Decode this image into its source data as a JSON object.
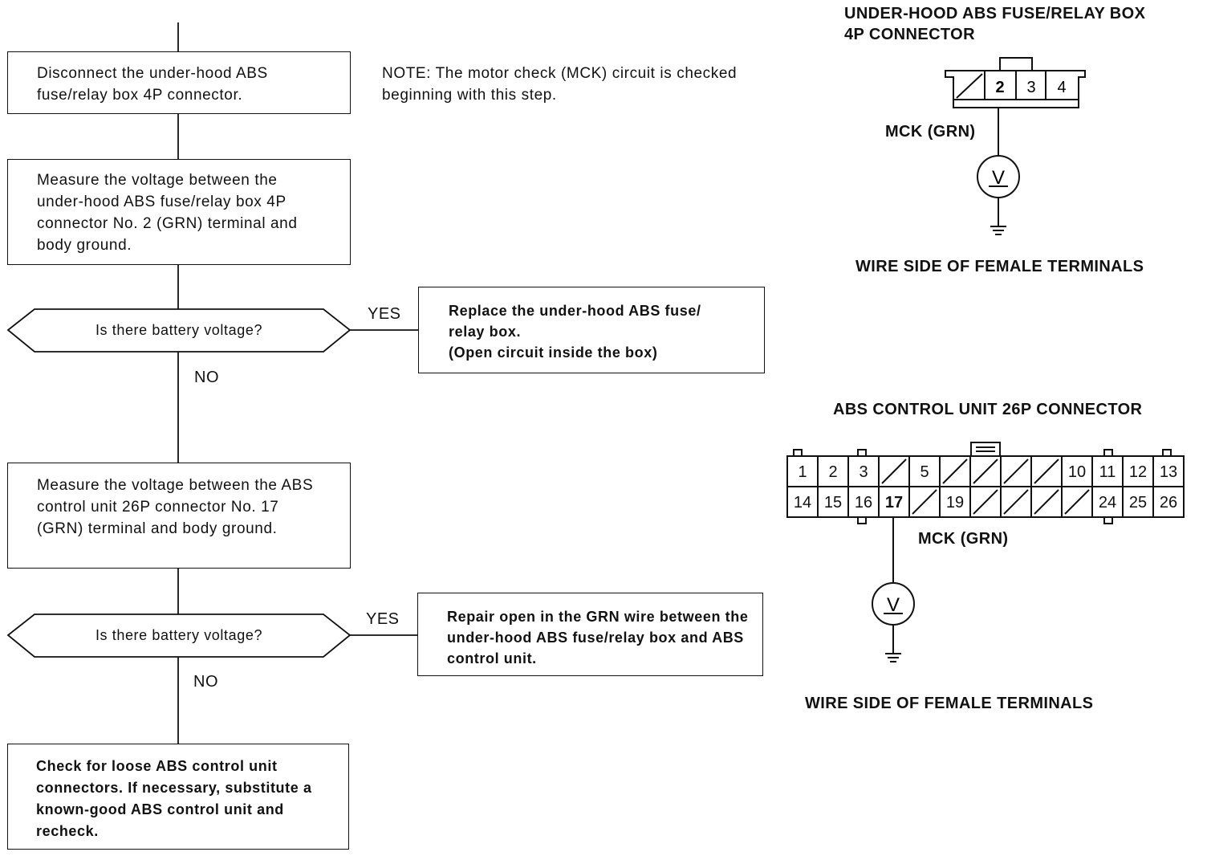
{
  "flowchart": {
    "step1": "Disconnect the under-hood ABS fuse/relay box 4P connector.",
    "note": "NOTE: The motor check (MCK) circuit is checked beginning with this step.",
    "step2": "Measure the voltage between the under-hood ABS fuse/relay box 4P connector No. 2 (GRN) terminal and body ground.",
    "decision1": "Is there battery voltage?",
    "yes1_label": "YES",
    "yes1_action": [
      "Replace the under-hood ABS fuse/",
      "relay box.",
      "(Open circuit inside the box)"
    ],
    "no1_label": "NO",
    "step3": "Measure the voltage between the ABS control unit 26P connector No. 17 (GRN) terminal and body ground.",
    "decision2": "Is there battery voltage?",
    "yes2_label": "YES",
    "yes2_action": "Repair open in the GRN wire between the under-hood ABS fuse/relay box and ABS control unit.",
    "no2_label": "NO",
    "step4": "Check for loose ABS control unit connectors. If necessary, substitute a known-good ABS control unit and recheck."
  },
  "connector4p": {
    "title_line1": "UNDER-HOOD ABS FUSE/RELAY BOX",
    "title_line2": "4P CONNECTOR",
    "pins": [
      "2",
      "3",
      "4"
    ],
    "wire_label": "MCK (GRN)",
    "meter_symbol": "V",
    "footer": "WIRE SIDE OF FEMALE TERMINALS"
  },
  "connector26p": {
    "title": "ABS CONTROL UNIT 26P CONNECTOR",
    "top_row": [
      "1",
      "2",
      "3",
      "",
      "5",
      "",
      "",
      "",
      "",
      "10",
      "11",
      "12",
      "13"
    ],
    "bottom_row": [
      "14",
      "15",
      "16",
      "17",
      "",
      "19",
      "",
      "",
      "",
      "",
      "24",
      "25",
      "26"
    ],
    "wire_label": "MCK (GRN)",
    "meter_symbol": "V",
    "footer": "WIRE SIDE OF FEMALE TERMINALS"
  }
}
